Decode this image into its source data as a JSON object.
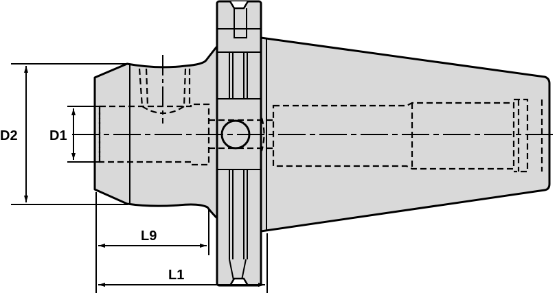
{
  "drawing": {
    "subject": "tool holder side view",
    "fill_color": "#d9d9d9",
    "line_color": "#000000",
    "background": "#ffffff"
  },
  "dimensions": {
    "d2": {
      "label": "D2"
    },
    "d1": {
      "label": "D1"
    },
    "l9": {
      "label": "L9"
    },
    "l1": {
      "label": "L1"
    }
  }
}
